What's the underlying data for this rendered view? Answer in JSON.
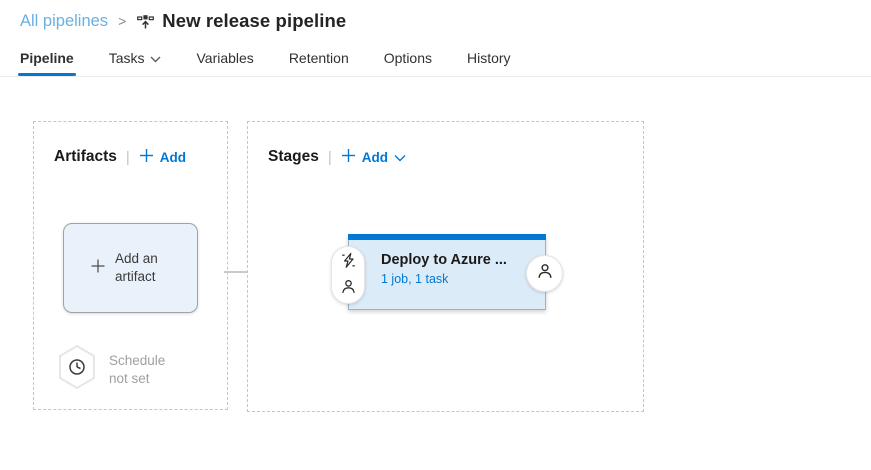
{
  "breadcrumb": {
    "root_label": "All pipelines",
    "separator": ">",
    "page_title": "New release pipeline"
  },
  "tabs": {
    "active": "Pipeline",
    "items": [
      {
        "label": "Pipeline"
      },
      {
        "label": "Tasks"
      },
      {
        "label": "Variables"
      },
      {
        "label": "Retention"
      },
      {
        "label": "Options"
      },
      {
        "label": "History"
      }
    ]
  },
  "artifacts": {
    "title": "Artifacts",
    "separator": "|",
    "add_label": "Add",
    "placeholder_label": "Add an artifact",
    "schedule_label": "Schedule not set"
  },
  "stages": {
    "title": "Stages",
    "separator": "|",
    "add_label": "Add",
    "stage": {
      "name": "Deploy to Azure ...",
      "summary": "1 job, 1 task"
    }
  },
  "icons": {
    "breadcrumb_icon": "release-pipeline-icon",
    "tasks_chevron": "chevron-down-icon",
    "add_plus": "plus-icon",
    "stages_add_chevron": "chevron-down-icon",
    "schedule_icon": "clock-hexagon-icon",
    "pre_deployment_icon": "lightning-icon",
    "approvals_icon": "person-icon"
  },
  "colors": {
    "accent": "#0078d4",
    "breadcrumb_link": "#6ab0e3",
    "stage_fill": "#dcebf8",
    "stage_topbar": "#0078d4",
    "artifact_fill": "#e9f2fb",
    "muted_text": "#a19f9d",
    "dashed_border": "#c7c5c3"
  }
}
